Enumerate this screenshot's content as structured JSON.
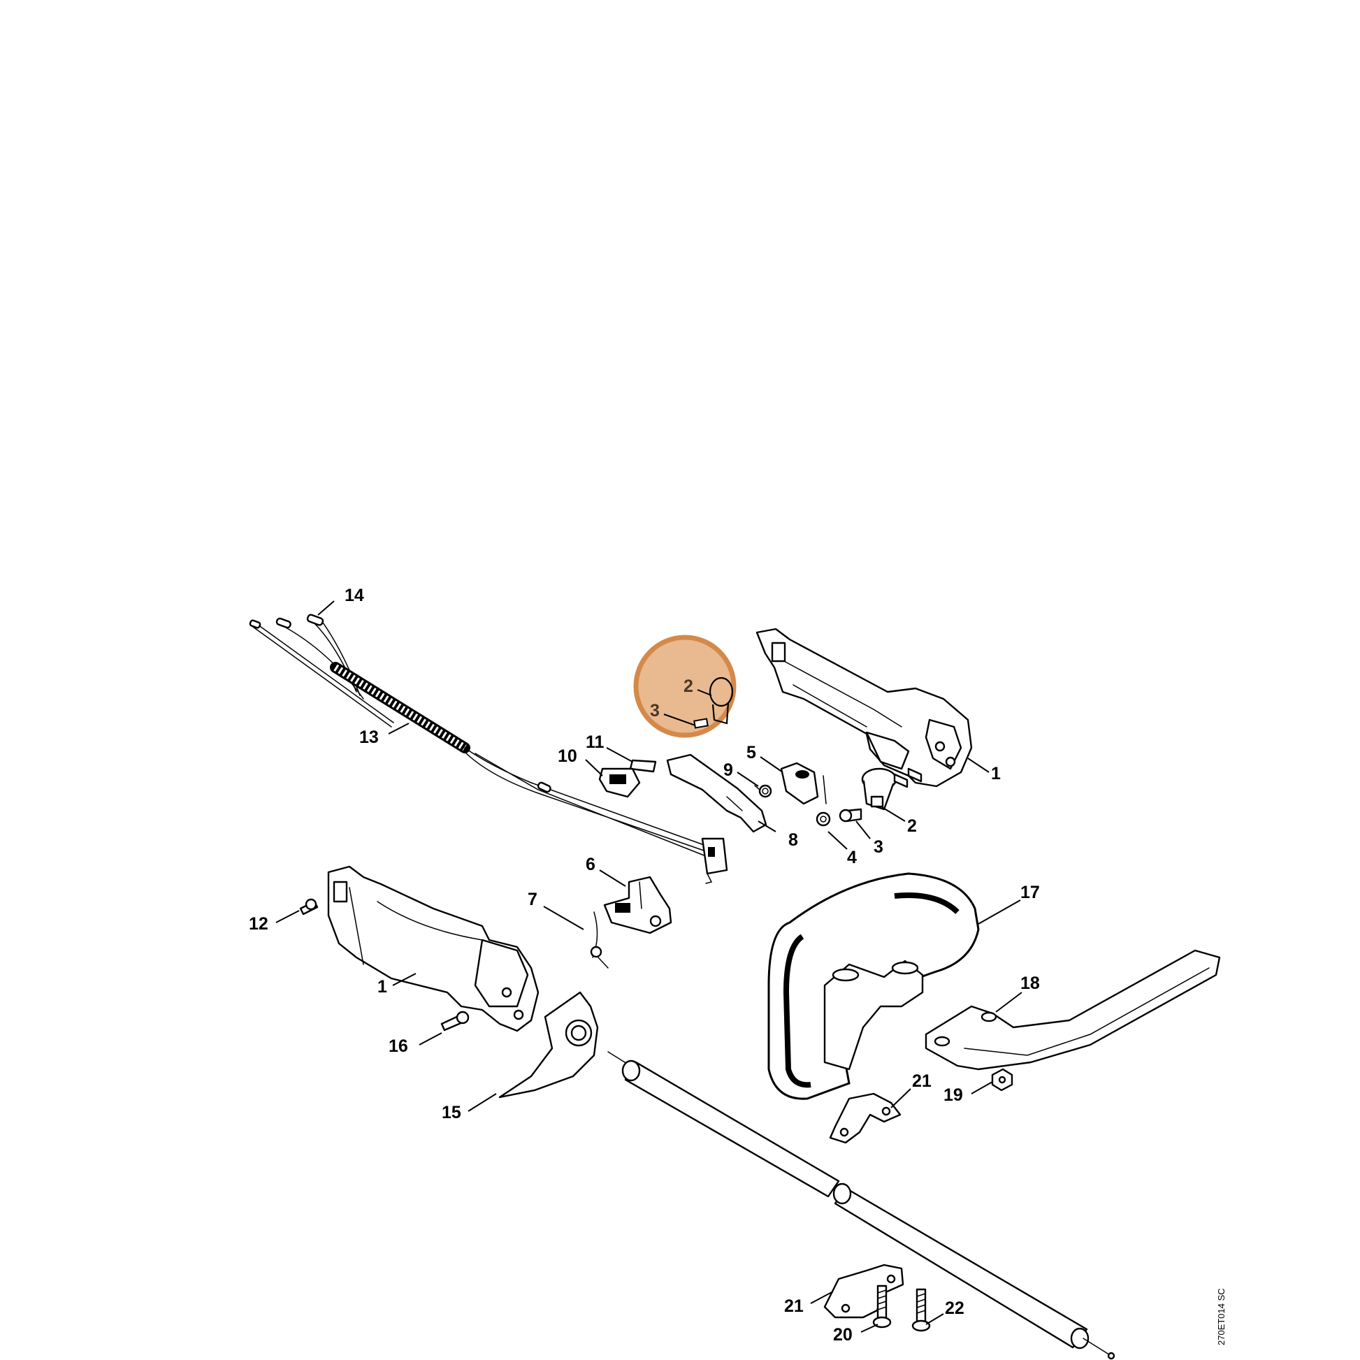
{
  "labels": {
    "l14": "14",
    "l13": "13",
    "l11": "11",
    "l10": "10",
    "l2a": "2",
    "l3a": "3",
    "l5": "5",
    "l9": "9",
    "l1a": "1",
    "l8": "8",
    "l4": "4",
    "l3b": "3",
    "l2b": "2",
    "l6": "6",
    "l7": "7",
    "l12": "12",
    "l1b": "1",
    "l17": "17",
    "l18": "18",
    "l16": "16",
    "l15": "15",
    "l21a": "21",
    "l19": "19",
    "l21b": "21",
    "l20": "20",
    "l22": "22"
  },
  "drawing_code": "270ET014 SC",
  "highlight": {
    "color": "#d4894a",
    "fill": "#e9b98f"
  }
}
